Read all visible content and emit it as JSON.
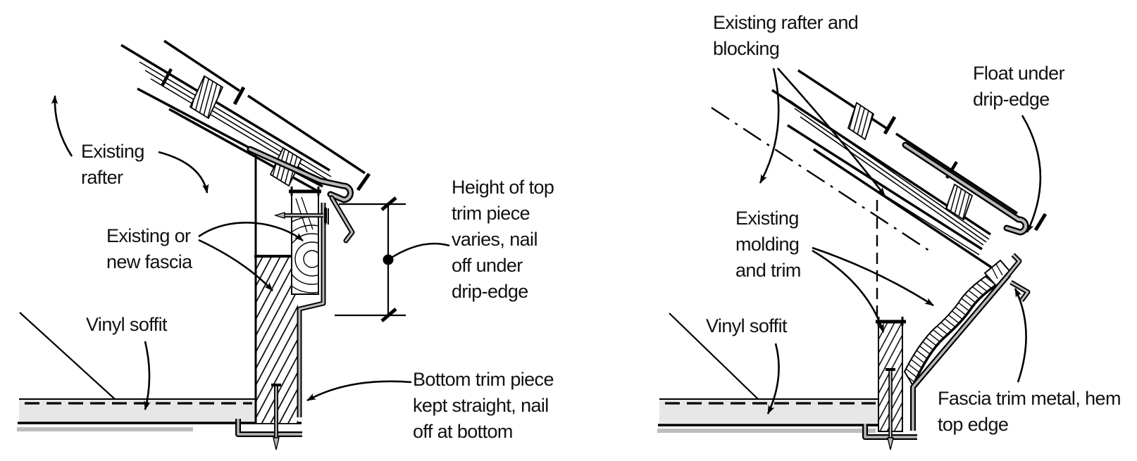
{
  "figure": {
    "type": "construction-detail-diagram",
    "colors": {
      "ink": "#000000",
      "metal_gray": "#b9b9b9",
      "soffit_gray": "#e7e7e7",
      "soffit_bar_gray": "#bdbdbd",
      "wood_white": "#ffffff"
    },
    "left_detail": {
      "labels": {
        "existing_rafter": "Existing\nrafter",
        "fascia": "Existing or\nnew fascia",
        "vinyl_soffit": "Vinyl soffit",
        "height_note": "Height of top\ntrim piece\nvaries, nail\noff under\ndrip-edge",
        "bottom_note": "Bottom trim piece\nkept straight, nail\noff at bottom"
      }
    },
    "right_detail": {
      "labels": {
        "rafter_blocking": "Existing rafter and\nblocking",
        "float_under": "Float under\ndrip-edge",
        "molding": "Existing\nmolding\nand trim",
        "vinyl_soffit": "Vinyl soffit",
        "fascia_trim": "Fascia trim metal, hem\ntop edge"
      }
    }
  }
}
